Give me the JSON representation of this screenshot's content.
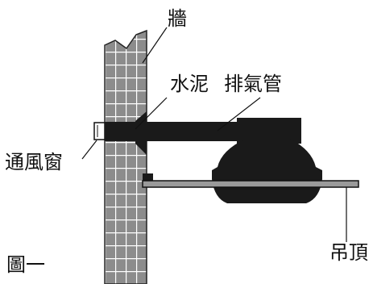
{
  "labels": {
    "wall": "牆",
    "cement": "水泥",
    "exhaust_pipe": "排氣管",
    "vent_window": "通風窗",
    "ceiling": "吊頂",
    "figure": "圖一"
  },
  "colors": {
    "wall_fill": "#8c8c8c",
    "wall_grid": "#ffffff",
    "pipe": "#1a1a1a",
    "ceiling_board": "#9a9a9a",
    "line": "#111111"
  }
}
